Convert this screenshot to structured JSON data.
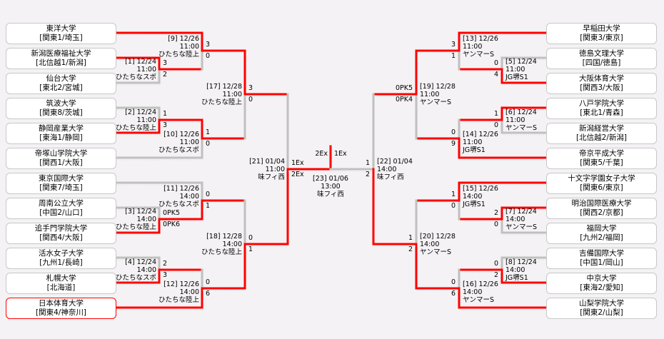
{
  "colors": {
    "win_line": "#ff0000",
    "lose_line": "#c0c0c0",
    "champion_border": "#ff0000"
  },
  "left_teams": [
    {
      "name": "東洋大学",
      "region": "[関東1/埼玉]"
    },
    {
      "name": "新潟医療福祉大学",
      "region": "[北信越1/新潟]"
    },
    {
      "name": "仙台大学",
      "region": "[東北2/宮城]"
    },
    {
      "name": "筑波大学",
      "region": "[関東8/茨城]"
    },
    {
      "name": "静岡産業大学",
      "region": "[東海1/静岡]"
    },
    {
      "name": "帝塚山学院大学",
      "region": "[関西1/大阪]"
    },
    {
      "name": "東京国際大学",
      "region": "[関東7/埼玉]"
    },
    {
      "name": "周南公立大学",
      "region": "[中国2/山口]"
    },
    {
      "name": "追手門学院大学",
      "region": "[関西4/大阪]"
    },
    {
      "name": "活水女子大学",
      "region": "[九州1/長崎]"
    },
    {
      "name": "札幌大学",
      "region": "[北海道]"
    },
    {
      "name": "日本体育大学",
      "region": "[関東4/神奈川]",
      "champion": true
    }
  ],
  "right_teams": [
    {
      "name": "早稲田大学",
      "region": "[関東3/東京]"
    },
    {
      "name": "徳島文理大学",
      "region": "[四国/徳島]"
    },
    {
      "name": "大阪体育大学",
      "region": "[関西3/大阪]"
    },
    {
      "name": "八戸学院大学",
      "region": "[東北1/青森]"
    },
    {
      "name": "新潟経営大学",
      "region": "[北信越2/新潟]"
    },
    {
      "name": "帝京平成大学",
      "region": "[関東5/千葉]"
    },
    {
      "name": "十文字学園女子大学",
      "region": "[関東6/東京]"
    },
    {
      "name": "明治国際医療大学",
      "region": "[関西2/京都]"
    },
    {
      "name": "福岡大学",
      "region": "[九州2/福岡]"
    },
    {
      "name": "吉備国際大学",
      "region": "[中国1/岡山]"
    },
    {
      "name": "中京大学",
      "region": "[東海2/愛知]"
    },
    {
      "name": "山梨学院大学",
      "region": "[関東2/山梨]"
    }
  ],
  "matches": [
    {
      "label": "[1] 12/24",
      "time": "11:00",
      "venue": "ひたちなスポ",
      "scores": [
        "3",
        "2"
      ]
    },
    {
      "label": "[2] 12/24",
      "time": "11:00",
      "venue": "ひたちな陸上",
      "scores": [
        "1",
        "3"
      ]
    },
    {
      "label": "[3] 12/24",
      "time": "14:00",
      "venue": "ひたちな陸上",
      "scores": [
        "0PK5",
        "0PK6"
      ]
    },
    {
      "label": "[4] 12/24",
      "time": "14:00",
      "venue": "ひたちなスポ",
      "scores": [
        "2",
        "3"
      ]
    },
    {
      "label": "[5] 12/24",
      "time": "11:00",
      "venue": "JG堺S1",
      "scores": [
        "0",
        "4"
      ]
    },
    {
      "label": "[6] 12/24",
      "time": "11:00",
      "venue": "ヤンマーS",
      "scores": [
        "1",
        "0"
      ]
    },
    {
      "label": "[7] 12/24",
      "time": "14:00",
      "venue": "ヤンマーS",
      "scores": [
        "2",
        "0"
      ]
    },
    {
      "label": "[8] 12/24",
      "time": "14:00",
      "venue": "JG堺S1",
      "scores": [
        "0",
        "2"
      ]
    },
    {
      "label": "[9] 12/26",
      "time": "11:00",
      "venue": "ひたちな陸上",
      "scores": [
        "3",
        "0"
      ]
    },
    {
      "label": "[10] 12/26",
      "time": "11:00",
      "venue": "ひたちなスポ",
      "scores": [
        "1",
        "0"
      ]
    },
    {
      "label": "[11] 12/26",
      "time": "14:00",
      "venue": "ひたちなスポ",
      "scores": [
        "0",
        "1"
      ]
    },
    {
      "label": "[12] 12/26",
      "time": "14:00",
      "venue": "ひたちな陸上",
      "scores": [
        "0",
        "6"
      ]
    },
    {
      "label": "[13] 12/26",
      "time": "11:00",
      "venue": "ヤンマーS",
      "scores": [
        "3",
        "1"
      ]
    },
    {
      "label": "[14] 12/26",
      "time": "11:00",
      "venue": "JG堺S1",
      "scores": [
        "0",
        "9"
      ]
    },
    {
      "label": "[15] 12/26",
      "time": "14:00",
      "venue": "JG堺S1",
      "scores": [
        "1",
        "0"
      ]
    },
    {
      "label": "[16] 12/26",
      "time": "14:00",
      "venue": "ヤンマーS",
      "scores": [
        "0",
        "6"
      ]
    },
    {
      "label": "[17] 12/28",
      "time": "11:00",
      "venue": "ひたちな陸上",
      "scores": [
        "3",
        "0"
      ]
    },
    {
      "label": "[18] 12/28",
      "time": "14:00",
      "venue": "ひたちな陸上",
      "scores": [
        "0",
        "1"
      ]
    },
    {
      "label": "[19] 12/28",
      "time": "11:00",
      "venue": "ヤンマーS",
      "scores": [
        "0PK5",
        "0PK4"
      ]
    },
    {
      "label": "[20] 12/28",
      "time": "14:00",
      "venue": "ヤンマーS",
      "scores": [
        "1",
        "2"
      ]
    },
    {
      "label": "[21] 01/04",
      "time": "11:00",
      "venue": "味フィ西",
      "scores": [
        "1Ex",
        "2Ex"
      ]
    },
    {
      "label": "[22] 01/04",
      "time": "14:00",
      "venue": "味フィ西",
      "scores": [
        "1",
        "2"
      ]
    },
    {
      "label": "[23] 01/06",
      "time": "13:00",
      "venue": "味フィ西",
      "scores": [
        "2Ex",
        "1Ex"
      ]
    }
  ]
}
